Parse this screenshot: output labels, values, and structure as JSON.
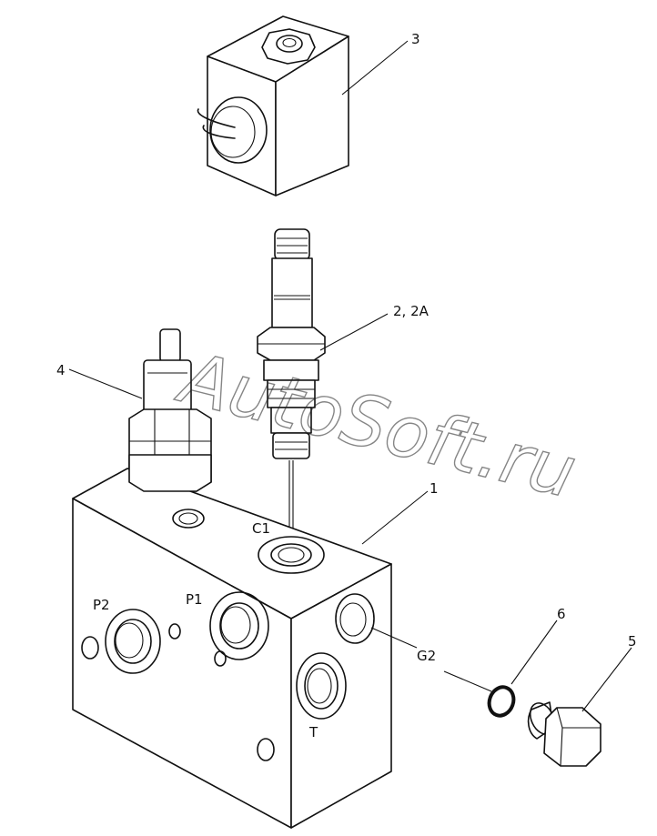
{
  "watermark": "AutoSoft.ru",
  "callouts": {
    "c1": "1",
    "c2": "2, 2A",
    "c3": "3",
    "c4": "4",
    "c5": "5",
    "c6": "6"
  },
  "ports": {
    "c1": "C1",
    "p1": "P1",
    "p2": "P2",
    "g2": "G2",
    "t": "T"
  }
}
